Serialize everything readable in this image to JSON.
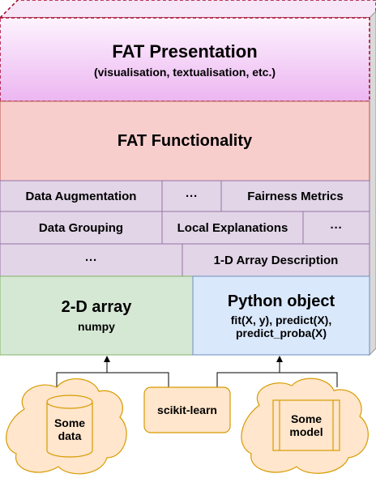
{
  "presentation": {
    "title": "FAT Presentation",
    "subtitle": "(visualisation, textualisation, etc.)"
  },
  "functionality": {
    "title": "FAT Functionality"
  },
  "rows": [
    [
      "Data Augmentation",
      "···",
      "Fairness Metrics"
    ],
    [
      "Data Grouping",
      "Local Explanations",
      "···"
    ],
    [
      "···",
      "1-D Array Description"
    ]
  ],
  "array2d": {
    "title": "2-D array",
    "subtitle": "numpy"
  },
  "python_object": {
    "title": "Python object",
    "lines": [
      "fit(X, y), predict(X),",
      "predict_proba(X)"
    ]
  },
  "sources": {
    "data": [
      "Some",
      "data"
    ],
    "sklearn": "scikit-learn",
    "model": [
      "Some",
      "model"
    ]
  },
  "colors": {
    "presentation_fill": "#f2d0f5",
    "presentation_border": "#a20025",
    "functionality_fill": "#f8cecc",
    "functionality_border": "#b85450",
    "row_fill": "#e1d5e7",
    "row_border": "#9673a6",
    "array_fill": "#d5e8d4",
    "array_border": "#82b366",
    "object_fill": "#dae8fc",
    "object_border": "#6c8ebf",
    "source_fill": "#ffe6cc",
    "source_border": "#d79b00",
    "side_shade": "#c8c8c8"
  }
}
